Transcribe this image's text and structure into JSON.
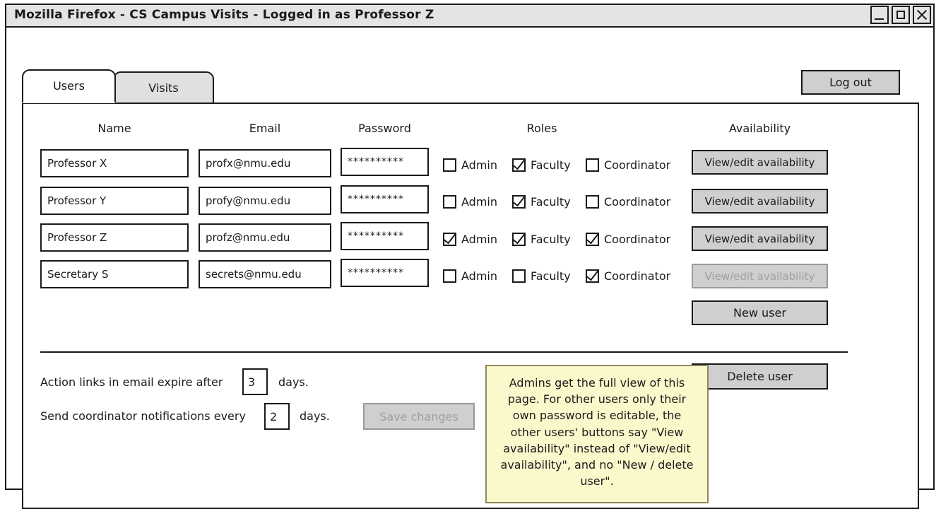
{
  "window": {
    "title": "Mozilla Firefox - CS Campus Visits - Logged in as Professor Z",
    "controls": {
      "minimize": "minimize-icon",
      "maximize": "maximize-icon",
      "close": "close-icon"
    }
  },
  "tabs": [
    {
      "label": "Users",
      "active": true
    },
    {
      "label": "Visits",
      "active": false
    }
  ],
  "logout_label": "Log out",
  "columns": [
    "Name",
    "Email",
    "Password",
    "Roles",
    "Availability"
  ],
  "roles": [
    "Admin",
    "Faculty",
    "Coordinator"
  ],
  "rows": [
    {
      "name": "Professor X",
      "email": "profx@nmu.edu",
      "password": "**********",
      "admin": false,
      "faculty": true,
      "coordinator": false,
      "availability_label": "View/edit availability",
      "availability_enabled": true
    },
    {
      "name": "Professor Y",
      "email": "profy@nmu.edu",
      "password": "**********",
      "admin": false,
      "faculty": true,
      "coordinator": false,
      "availability_label": "View/edit availability",
      "availability_enabled": true
    },
    {
      "name": "Professor Z",
      "email": "profz@nmu.edu",
      "password": "**********",
      "admin": true,
      "faculty": true,
      "coordinator": true,
      "availability_label": "View/edit availability",
      "availability_enabled": true
    },
    {
      "name": "Secretary S",
      "email": "secrets@nmu.edu",
      "password": "**********",
      "admin": false,
      "faculty": false,
      "coordinator": true,
      "availability_label": "View/edit availability",
      "availability_enabled": false
    }
  ],
  "new_user_label": "New user",
  "delete_user_label": "Delete user",
  "settings": {
    "expire_prefix": "Action links in email expire after",
    "expire_value": "3",
    "expire_suffix": "days.",
    "notify_prefix": "Send coordinator notifications every",
    "notify_value": "2",
    "notify_suffix": "days.",
    "save_label": "Save changes",
    "save_enabled": false
  },
  "sticky_note": "Admins get the full view of this page. For other users only their own password is editable, the other users' buttons say \"View availability\" instead of \"View/edit availability\", and no \"New / delete user\".",
  "colors": {
    "button_grey": "#cfcfcf",
    "tab_inactive": "#e0e0e0",
    "titlebar": "#e4e4e4",
    "sticky_yellow": "#fbf8cc",
    "disabled_text": "#a0a0a0",
    "ink": "#1a1a1a"
  }
}
